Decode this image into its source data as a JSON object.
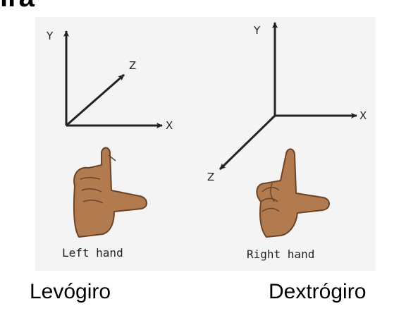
{
  "slide": {
    "title_fragment": "ıra"
  },
  "figure": {
    "left_panel": {
      "axis_y": "Y",
      "axis_z": "Z",
      "axis_x": "X",
      "hand_label": "Left hand"
    },
    "right_panel": {
      "axis_y": "Y",
      "axis_z": "Z",
      "axis_x": "X",
      "hand_label": "Right hand"
    }
  },
  "captions": {
    "left": "Levógiro",
    "right": "Dextrógiro"
  },
  "colors": {
    "skin": "#B27A4F",
    "skin_outline": "#6b4428",
    "axis": "#222222",
    "figure_background": "#F4F4F4"
  }
}
